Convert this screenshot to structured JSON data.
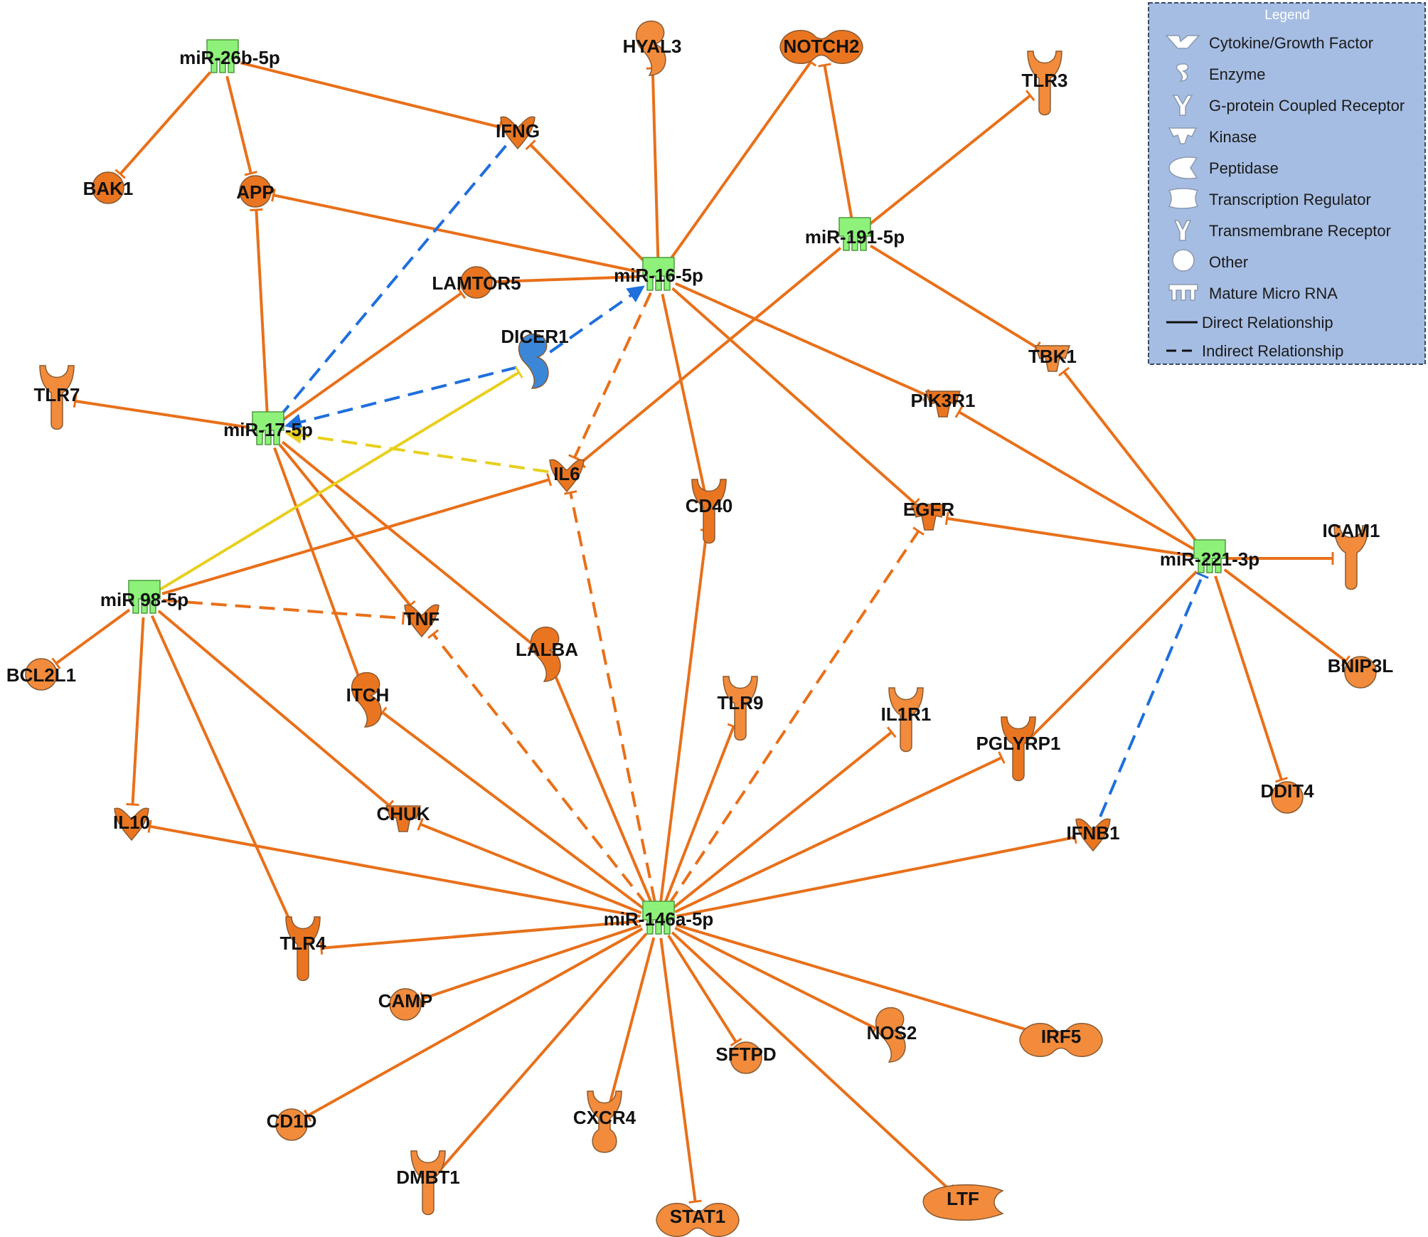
{
  "legend": {
    "title": "Legend",
    "items": [
      {
        "icon": "cytokine-icon",
        "label": "Cytokine/Growth Factor"
      },
      {
        "icon": "enzyme-icon",
        "label": "Enzyme"
      },
      {
        "icon": "gpcr-icon",
        "label": "G-protein Coupled Receptor"
      },
      {
        "icon": "kinase-icon",
        "label": "Kinase"
      },
      {
        "icon": "peptidase-icon",
        "label": "Peptidase"
      },
      {
        "icon": "transcription-regulator-icon",
        "label": "Transcription Regulator"
      },
      {
        "icon": "transmembrane-receptor-icon",
        "label": "Transmembrane Receptor"
      },
      {
        "icon": "other-icon",
        "label": "Other"
      },
      {
        "icon": "mature-microrna-icon",
        "label": "Mature Micro RNA"
      },
      {
        "icon": "solid-line-icon",
        "label": "Direct Relationship"
      },
      {
        "icon": "dashed-line-icon",
        "label": "Indirect Relationship"
      }
    ]
  },
  "colors": {
    "edge_orange": "#e8701a",
    "edge_blue": "#1f6fdc",
    "edge_yellow": "#e8cf1e",
    "node_orange": "#f28b3c",
    "node_orange_dark": "#ea7520",
    "node_blue": "#3c86d8",
    "node_green": "#8ef27a",
    "legend_bg": "#a6bde3"
  },
  "nodes": {
    "mir26b": {
      "label": "miR-26b-5p",
      "type": "mirna"
    },
    "mir16": {
      "label": "miR-16-5p",
      "type": "mirna"
    },
    "mir191": {
      "label": "miR-191-5p",
      "type": "mirna"
    },
    "mir17": {
      "label": "miR-17-5p",
      "type": "mirna"
    },
    "mir98": {
      "label": "miR 98-5p",
      "type": "mirna"
    },
    "mir221": {
      "label": "miR-221-3p",
      "type": "mirna"
    },
    "mir146a": {
      "label": "miR-146a-5p",
      "type": "mirna"
    },
    "hyal3": {
      "label": "HYAL3",
      "type": "enzyme"
    },
    "notch2": {
      "label": "NOTCH2",
      "type": "transcription-regulator"
    },
    "tlr3": {
      "label": "TLR3",
      "type": "transmembrane-receptor"
    },
    "ifng": {
      "label": "IFNG",
      "type": "cytokine"
    },
    "bak1": {
      "label": "BAK1",
      "type": "other"
    },
    "app": {
      "label": "APP",
      "type": "other"
    },
    "lamtor5": {
      "label": "LAMTOR5",
      "type": "other"
    },
    "dicer1": {
      "label": "DICER1",
      "type": "enzyme"
    },
    "tlr7": {
      "label": "TLR7",
      "type": "transmembrane-receptor"
    },
    "tbk1": {
      "label": "TBK1",
      "type": "kinase"
    },
    "pik3r1": {
      "label": "PIK3R1",
      "type": "kinase"
    },
    "il6": {
      "label": "IL6",
      "type": "cytokine"
    },
    "cd40": {
      "label": "CD40",
      "type": "transmembrane-receptor"
    },
    "egfr": {
      "label": "EGFR",
      "type": "kinase"
    },
    "icam1": {
      "label": "ICAM1",
      "type": "transmembrane-receptor"
    },
    "tnf": {
      "label": "TNF",
      "type": "cytokine"
    },
    "lalba": {
      "label": "LALBA",
      "type": "enzyme"
    },
    "bcl2l1": {
      "label": "BCL2L1",
      "type": "other"
    },
    "itch": {
      "label": "ITCH",
      "type": "enzyme"
    },
    "tlr9": {
      "label": "TLR9",
      "type": "transmembrane-receptor"
    },
    "il1r1": {
      "label": "IL1R1",
      "type": "transmembrane-receptor"
    },
    "pglyrp1": {
      "label": "PGLYRP1",
      "type": "transmembrane-receptor"
    },
    "bnip3l": {
      "label": "BNIP3L",
      "type": "other"
    },
    "ddit4": {
      "label": "DDIT4",
      "type": "other"
    },
    "il10": {
      "label": "IL10",
      "type": "cytokine"
    },
    "chuk": {
      "label": "CHUK",
      "type": "kinase"
    },
    "ifnb1": {
      "label": "IFNB1",
      "type": "cytokine"
    },
    "tlr4": {
      "label": "TLR4",
      "type": "transmembrane-receptor"
    },
    "camp": {
      "label": "CAMP",
      "type": "other"
    },
    "sftpd": {
      "label": "SFTPD",
      "type": "other"
    },
    "nos2": {
      "label": "NOS2",
      "type": "enzyme"
    },
    "irf5": {
      "label": "IRF5",
      "type": "transcription-regulator"
    },
    "cd1d": {
      "label": "CD1D",
      "type": "other"
    },
    "cxcr4": {
      "label": "CXCR4",
      "type": "gpcr"
    },
    "dmbt1": {
      "label": "DMBT1",
      "type": "transmembrane-receptor"
    },
    "stat1": {
      "label": "STAT1",
      "type": "transcription-regulator"
    },
    "ltf": {
      "label": "LTF",
      "type": "peptidase"
    }
  },
  "edges": [
    {
      "from": "mir26b",
      "to": "bak1",
      "style": "solid",
      "color": "orange",
      "end": "bar"
    },
    {
      "from": "mir26b",
      "to": "app",
      "style": "solid",
      "color": "orange",
      "end": "bar"
    },
    {
      "from": "mir26b",
      "to": "ifng",
      "style": "solid",
      "color": "orange",
      "end": "bar"
    },
    {
      "from": "mir16",
      "to": "hyal3",
      "style": "solid",
      "color": "orange",
      "end": "bar"
    },
    {
      "from": "mir16",
      "to": "notch2",
      "style": "solid",
      "color": "orange",
      "end": "bar"
    },
    {
      "from": "mir16",
      "to": "ifng",
      "style": "solid",
      "color": "orange",
      "end": "bar"
    },
    {
      "from": "mir16",
      "to": "app",
      "style": "solid",
      "color": "orange",
      "end": "bar"
    },
    {
      "from": "mir16",
      "to": "lamtor5",
      "style": "solid",
      "color": "orange",
      "end": "none"
    },
    {
      "from": "mir16",
      "to": "il6",
      "style": "dashed",
      "color": "orange",
      "end": "bar"
    },
    {
      "from": "mir16",
      "to": "cd40",
      "style": "solid",
      "color": "orange",
      "end": "bar"
    },
    {
      "from": "mir16",
      "to": "pik3r1",
      "style": "solid",
      "color": "orange",
      "end": "bar"
    },
    {
      "from": "mir16",
      "to": "egfr",
      "style": "solid",
      "color": "orange",
      "end": "bar"
    },
    {
      "from": "mir191",
      "to": "notch2",
      "style": "solid",
      "color": "orange",
      "end": "bar"
    },
    {
      "from": "mir191",
      "to": "tlr3",
      "style": "solid",
      "color": "orange",
      "end": "bar"
    },
    {
      "from": "mir191",
      "to": "tbk1",
      "style": "solid",
      "color": "orange",
      "end": "bar"
    },
    {
      "from": "mir191",
      "to": "il6",
      "style": "solid",
      "color": "orange",
      "end": "bar"
    },
    {
      "from": "mir17",
      "to": "app",
      "style": "solid",
      "color": "orange",
      "end": "bar"
    },
    {
      "from": "mir17",
      "to": "lamtor5",
      "style": "solid",
      "color": "orange",
      "end": "bar"
    },
    {
      "from": "mir17",
      "to": "tlr7",
      "style": "solid",
      "color": "orange",
      "end": "bar"
    },
    {
      "from": "mir17",
      "to": "itch",
      "style": "solid",
      "color": "orange",
      "end": "bar"
    },
    {
      "from": "mir17",
      "to": "tnf",
      "style": "solid",
      "color": "orange",
      "end": "bar"
    },
    {
      "from": "mir17",
      "to": "lalba",
      "style": "solid",
      "color": "orange",
      "end": "bar"
    },
    {
      "from": "ifng",
      "to": "mir17",
      "style": "dashed",
      "color": "blue",
      "end": "bar"
    },
    {
      "from": "dicer1",
      "to": "mir16",
      "style": "dashed",
      "color": "blue",
      "end": "arrow"
    },
    {
      "from": "dicer1",
      "to": "mir17",
      "style": "dashed",
      "color": "blue",
      "end": "arrow"
    },
    {
      "from": "il6",
      "to": "mir17",
      "style": "dashed",
      "color": "yellow",
      "end": "arrow"
    },
    {
      "from": "mir98",
      "to": "dicer1",
      "style": "solid",
      "color": "yellow",
      "end": "bar"
    },
    {
      "from": "mir98",
      "to": "il6",
      "style": "solid",
      "color": "orange",
      "end": "bar"
    },
    {
      "from": "mir98",
      "to": "tnf",
      "style": "dashed",
      "color": "orange",
      "end": "bar"
    },
    {
      "from": "mir98",
      "to": "bcl2l1",
      "style": "solid",
      "color": "orange",
      "end": "bar"
    },
    {
      "from": "mir98",
      "to": "il10",
      "style": "solid",
      "color": "orange",
      "end": "bar"
    },
    {
      "from": "mir98",
      "to": "chuk",
      "style": "solid",
      "color": "orange",
      "end": "bar"
    },
    {
      "from": "mir98",
      "to": "tlr4",
      "style": "solid",
      "color": "orange",
      "end": "bar"
    },
    {
      "from": "mir221",
      "to": "tbk1",
      "style": "solid",
      "color": "orange",
      "end": "bar"
    },
    {
      "from": "mir221",
      "to": "pik3r1",
      "style": "solid",
      "color": "orange",
      "end": "bar"
    },
    {
      "from": "mir221",
      "to": "egfr",
      "style": "solid",
      "color": "orange",
      "end": "bar"
    },
    {
      "from": "mir221",
      "to": "icam1",
      "style": "solid",
      "color": "orange",
      "end": "bar"
    },
    {
      "from": "mir221",
      "to": "bnip3l",
      "style": "solid",
      "color": "orange",
      "end": "bar"
    },
    {
      "from": "mir221",
      "to": "ddit4",
      "style": "solid",
      "color": "orange",
      "end": "bar"
    },
    {
      "from": "mir221",
      "to": "pglyrp1",
      "style": "solid",
      "color": "orange",
      "end": "bar"
    },
    {
      "from": "ifnb1",
      "to": "mir221",
      "style": "dashed",
      "color": "blue",
      "end": "bar"
    },
    {
      "from": "mir146a",
      "to": "il6",
      "style": "dashed",
      "color": "orange",
      "end": "bar"
    },
    {
      "from": "mir146a",
      "to": "egfr",
      "style": "dashed",
      "color": "orange",
      "end": "bar"
    },
    {
      "from": "mir146a",
      "to": "tnf",
      "style": "dashed",
      "color": "orange",
      "end": "bar"
    },
    {
      "from": "mir146a",
      "to": "cd40",
      "style": "solid",
      "color": "orange",
      "end": "bar"
    },
    {
      "from": "mir146a",
      "to": "lalba",
      "style": "solid",
      "color": "orange",
      "end": "bar"
    },
    {
      "from": "mir146a",
      "to": "itch",
      "style": "solid",
      "color": "orange",
      "end": "bar"
    },
    {
      "from": "mir146a",
      "to": "tlr9",
      "style": "solid",
      "color": "orange",
      "end": "bar"
    },
    {
      "from": "mir146a",
      "to": "il1r1",
      "style": "solid",
      "color": "orange",
      "end": "bar"
    },
    {
      "from": "mir146a",
      "to": "pglyrp1",
      "style": "solid",
      "color": "orange",
      "end": "bar"
    },
    {
      "from": "mir146a",
      "to": "ifnb1",
      "style": "solid",
      "color": "orange",
      "end": "bar"
    },
    {
      "from": "mir146a",
      "to": "il10",
      "style": "solid",
      "color": "orange",
      "end": "bar"
    },
    {
      "from": "mir146a",
      "to": "chuk",
      "style": "solid",
      "color": "orange",
      "end": "bar"
    },
    {
      "from": "mir146a",
      "to": "tlr4",
      "style": "solid",
      "color": "orange",
      "end": "bar"
    },
    {
      "from": "mir146a",
      "to": "camp",
      "style": "solid",
      "color": "orange",
      "end": "bar"
    },
    {
      "from": "mir146a",
      "to": "cd1d",
      "style": "solid",
      "color": "orange",
      "end": "bar"
    },
    {
      "from": "mir146a",
      "to": "dmbt1",
      "style": "solid",
      "color": "orange",
      "end": "bar"
    },
    {
      "from": "mir146a",
      "to": "cxcr4",
      "style": "solid",
      "color": "orange",
      "end": "bar"
    },
    {
      "from": "mir146a",
      "to": "stat1",
      "style": "solid",
      "color": "orange",
      "end": "bar"
    },
    {
      "from": "mir146a",
      "to": "sftpd",
      "style": "solid",
      "color": "orange",
      "end": "bar"
    },
    {
      "from": "mir146a",
      "to": "ltf",
      "style": "solid",
      "color": "orange",
      "end": "bar"
    },
    {
      "from": "mir146a",
      "to": "nos2",
      "style": "solid",
      "color": "orange",
      "end": "bar"
    },
    {
      "from": "mir146a",
      "to": "irf5",
      "style": "solid",
      "color": "orange",
      "end": "bar"
    }
  ]
}
